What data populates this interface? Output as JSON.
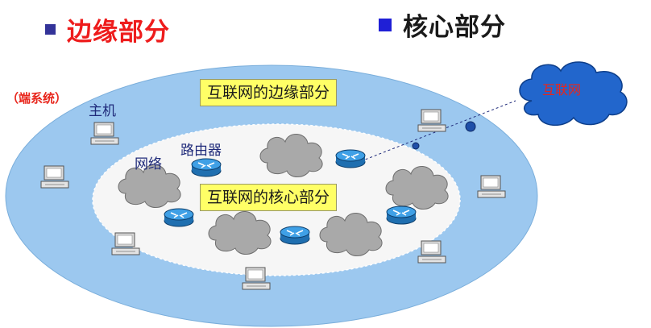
{
  "header": {
    "left_title": "边缘部分",
    "right_title": "核心部分",
    "left_color": "#ee1c1c",
    "right_color": "#1a1a1a",
    "bullet_left_color": "#333399",
    "bullet_right_color": "#1f1fd6"
  },
  "diagram": {
    "edge_box_label": "互联网的边缘部分",
    "core_box_label": "互联网的核心部分",
    "end_system_label": "（端系统）",
    "host_label": "主机",
    "network_label": "网络",
    "router_label": "路由器",
    "internet_cloud_label": "互联网",
    "colors": {
      "outer_ring": "#9cc8ef",
      "inner_core": "#f6f6f6",
      "dashed": "#ffffff",
      "cloud": "#a9a9a9",
      "router": "#2f8fd8",
      "internet_cloud": "#2266cc",
      "red_text": "#e8261c",
      "blue_text": "#1f2a7a",
      "label_box": "#ffff66"
    },
    "icons": [
      "host-computer-icon",
      "router-icon",
      "network-cloud-icon",
      "internet-cloud-icon"
    ]
  }
}
